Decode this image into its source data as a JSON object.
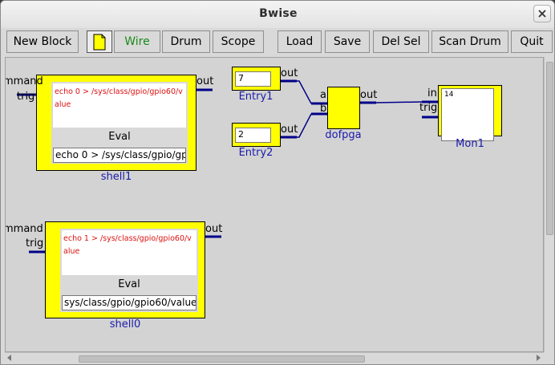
{
  "window": {
    "title": "Bwise"
  },
  "toolbar": {
    "new_block": "New Block",
    "wire": "Wire",
    "drum": "Drum",
    "scope": "Scope",
    "load": "Load",
    "save": "Save",
    "del_sel": "Del Sel",
    "scan_drum": "Scan Drum",
    "quit": "Quit"
  },
  "blocks": {
    "shell1": {
      "name": "shell1",
      "in_command": "mmand",
      "in_trig": "trig",
      "out": "out",
      "output_text": "echo 0 > /sys/class/gpio/gpio60/value",
      "eval_label": "Eval",
      "command_value": "echo 0 > /sys/class/gpio/gp"
    },
    "shell0": {
      "name": "shell0",
      "in_command": "mmand",
      "in_trig": "trig",
      "out": "out",
      "output_text": "echo 1 > /sys/class/gpio/gpio60/value",
      "eval_label": "Eval",
      "command_value": "sys/class/gpio/gpio60/value"
    },
    "entry1": {
      "name": "Entry1",
      "out": "out",
      "value": "7"
    },
    "entry2": {
      "name": "Entry2",
      "out": "out",
      "value": "2"
    },
    "dofpga": {
      "name": "dofpga",
      "in_a": "a",
      "in_b": "b",
      "out": "out"
    },
    "mon1": {
      "name": "Mon1",
      "in": "in",
      "in_trig": "trig",
      "display": "14"
    }
  },
  "colors": {
    "block": "#ffff00",
    "label": "#1a1aaa",
    "wire": "#000088",
    "output_text": "#dd1111",
    "wire_button": "#1a8a1a"
  }
}
